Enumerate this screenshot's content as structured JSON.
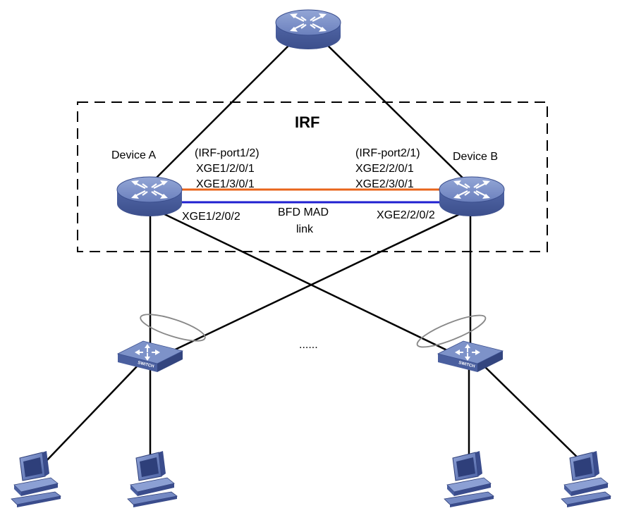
{
  "irf": {
    "title": "IRF"
  },
  "devices": {
    "a": {
      "name": "Device A"
    },
    "b": {
      "name": "Device B"
    }
  },
  "ports": {
    "a_irf_port": "(IRF-port1/2)",
    "a_xge1": "XGE1/2/0/1",
    "a_xge2": "XGE1/3/0/1",
    "a_bfd": "XGE1/2/0/2",
    "b_irf_port": "(IRF-port2/1)",
    "b_xge1": "XGE2/2/0/1",
    "b_xge2": "XGE2/3/0/1",
    "b_bfd": "XGE2/2/0/2"
  },
  "links": {
    "bfd_line1": "BFD MAD",
    "bfd_line2": "link",
    "irf_color": "#e8641b",
    "bfd_color": "#1f1fd0"
  },
  "switch_label": "SWITCH",
  "ellipsis": "......",
  "colors": {
    "device_top": "#7f93c8",
    "device_side": "#4f65a6",
    "device_dark": "#3d5190"
  }
}
